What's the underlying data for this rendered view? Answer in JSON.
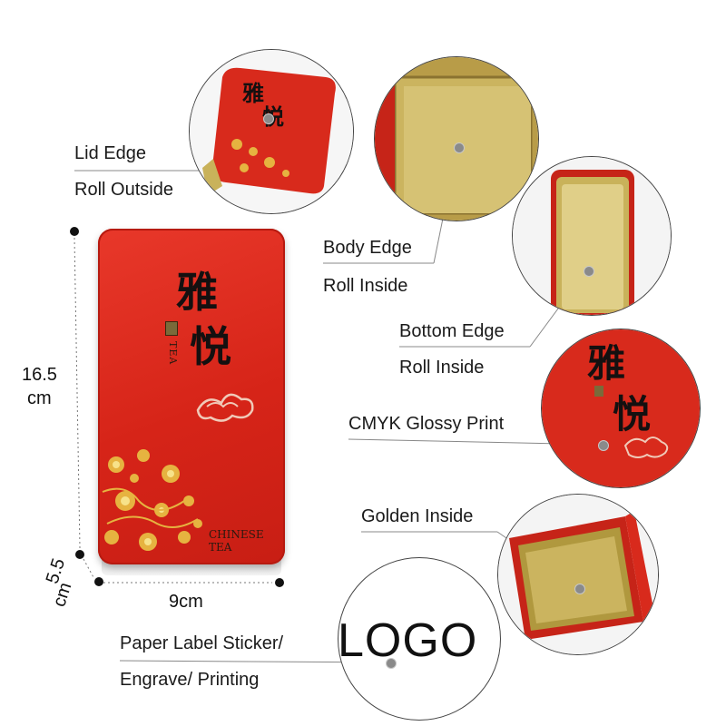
{
  "tin": {
    "title_char_1": "雅",
    "title_char_2": "悦",
    "tea_text": "TEA",
    "chinese_tea_text": "CHINESE TEA"
  },
  "dimensions": {
    "height_value": "16.5",
    "height_unit": "cm",
    "depth_value": "5.5",
    "depth_unit": "cm",
    "width_label": "9cm"
  },
  "callouts": {
    "lid_edge": [
      "Lid Edge",
      "Roll Outside"
    ],
    "body_edge": [
      "Body Edge",
      "Roll Inside"
    ],
    "bottom_edge": [
      "Bottom Edge",
      "Roll Inside"
    ],
    "print": "CMYK Glossy Print",
    "golden_inside": "Golden Inside",
    "label": [
      "Paper Label Sticker/",
      "Engrave/ Printing"
    ]
  },
  "logo_text": "LOGO",
  "colors": {
    "tin_red": "#d62418",
    "gold_inside": "#c9b25a",
    "ink": "#141010"
  }
}
